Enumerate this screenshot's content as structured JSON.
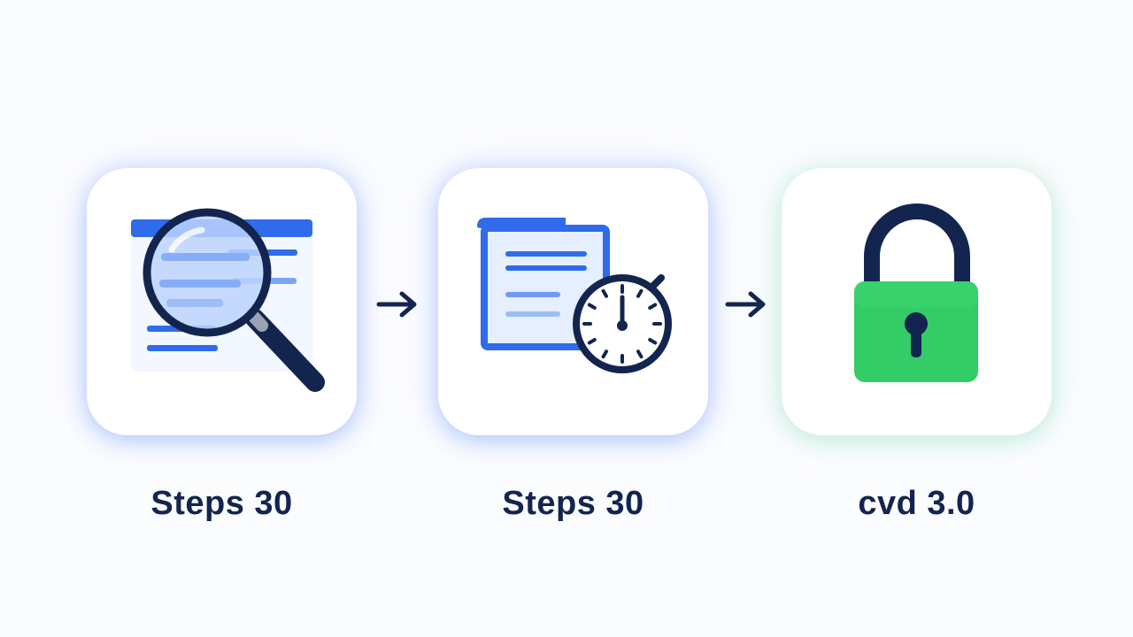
{
  "steps": [
    {
      "label": "Steps 30",
      "icon": "magnifier-over-document-icon"
    },
    {
      "label": "Steps 30",
      "icon": "document-with-stopwatch-icon"
    },
    {
      "label": "cvd 3.0",
      "icon": "padlock-icon"
    }
  ],
  "colors": {
    "navy": "#13254f",
    "blue": "#2f6bea",
    "light_blue": "#cfe0ff",
    "green": "#33cc66",
    "background": "#fbfcfe"
  }
}
